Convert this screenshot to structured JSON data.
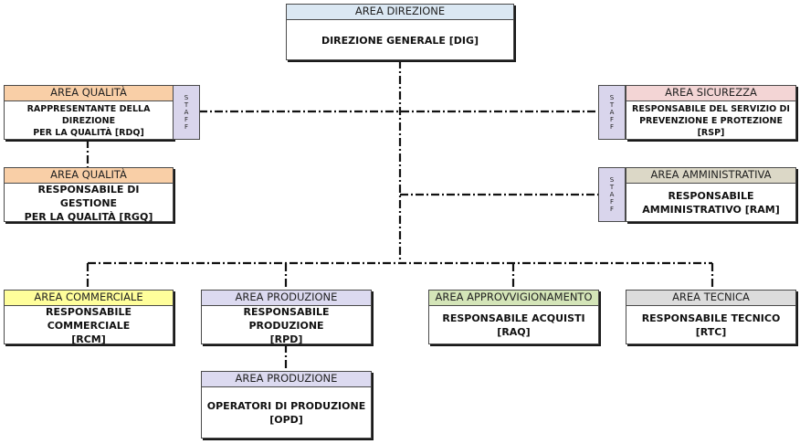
{
  "colors": {
    "blue": "#dbe8f3",
    "orange": "#f9cfa7",
    "pink": "#f3d5d5",
    "tan": "#dcd8c7",
    "yellow": "#fffe9b",
    "lavender": "#dcdaf0",
    "green": "#d4e5b8",
    "gray": "#dcdcdc",
    "staff": "#d9d5ec"
  },
  "staff_label": "STAFF",
  "boxes": {
    "dig": {
      "area": "AREA DIREZIONE",
      "title": "DIREZIONE GENERALE [DIG]"
    },
    "rdq": {
      "area": "AREA QUALITÀ",
      "title": "RAPPRESENTANTE DELLA DIREZIONE\nPER LA QUALITÀ [RDQ]"
    },
    "rgq": {
      "area": "AREA QUALITÀ",
      "title": "RESPONSABILE DI GESTIONE\nPER LA QUALITÀ [RGQ]"
    },
    "rsp": {
      "area": "AREA SICUREZZA",
      "title": "RESPONSABILE DEL SERVIZIO DI\nPREVENZIONE E PROTEZIONE [RSP]"
    },
    "ram": {
      "area": "AREA AMMINISTRATIVA",
      "title": "RESPONSABILE\nAMMINISTRATIVO [RAM]"
    },
    "rcm": {
      "area": "AREA COMMERCIALE",
      "title": "RESPONSABILE COMMERCIALE\n[RCM]"
    },
    "rpd": {
      "area": "AREA PRODUZIONE",
      "title": "RESPONSABILE PRODUZIONE\n[RPD]"
    },
    "raq": {
      "area": "AREA APPROVVIGIONAMENTO",
      "title": "RESPONSABILE ACQUISTI [RAQ]"
    },
    "rtc": {
      "area": "AREA TECNICA",
      "title": "RESPONSABILE TECNICO [RTC]"
    },
    "opd": {
      "area": "AREA PRODUZIONE",
      "title": "OPERATORI DI PRODUZIONE\n[OPD]"
    }
  }
}
